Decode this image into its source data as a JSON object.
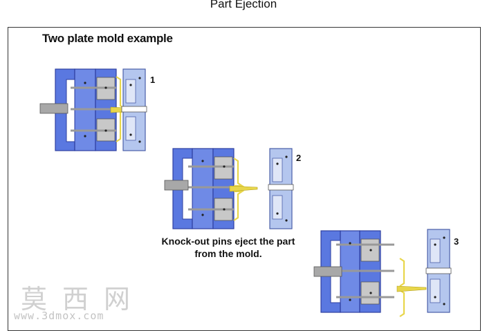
{
  "title": "Part Ejection",
  "subtitle": "Two plate mold example",
  "steps": [
    {
      "number": "1"
    },
    {
      "number": "2"
    },
    {
      "number": "3"
    }
  ],
  "caption": {
    "line1": "Knock-out pins eject the part",
    "line2": "from  the mold."
  },
  "watermark": {
    "chinese": "莫西网",
    "url": "www.3dmox.com"
  },
  "colors": {
    "moving_plate": "#5a78e0",
    "moving_plate_dark": "#2e3fa0",
    "fixed_plate": "#b4c6ee",
    "core_insert": "#c8c8c8",
    "part": "#e8d64a",
    "ejector_rod": "#a8a8a8"
  }
}
